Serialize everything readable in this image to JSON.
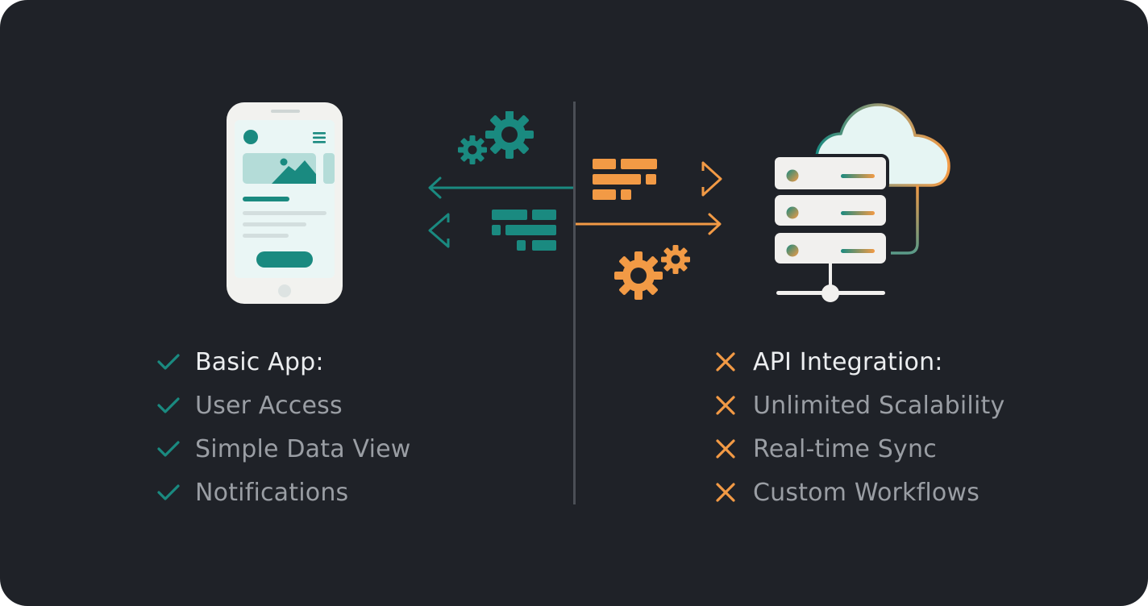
{
  "colors": {
    "background": "#1f2228",
    "teal": "#1a8a80",
    "orange": "#f29a45",
    "light_text": "#eceef0",
    "muted_text": "#9a9ea4",
    "divider": "#4b4f56"
  },
  "left_panel": {
    "illustration": "mobile-phone-app",
    "icons": [
      "gears-icon",
      "arrow-left-icon",
      "data-blocks-icon",
      "double-arrow-left-icon"
    ],
    "list": {
      "marker": "check-icon",
      "items": [
        {
          "label": "Basic App:",
          "heading": true
        },
        {
          "label": "User Access"
        },
        {
          "label": "Simple Data View"
        },
        {
          "label": "Notifications"
        }
      ]
    }
  },
  "right_panel": {
    "illustration": "server-with-cloud",
    "icons": [
      "data-blocks-icon",
      "double-arrow-right-icon",
      "arrow-right-icon",
      "gears-icon"
    ],
    "list": {
      "marker": "cross-icon",
      "items": [
        {
          "label": "API Integration:",
          "heading": true
        },
        {
          "label": "Unlimited Scalability"
        },
        {
          "label": "Real-time Sync"
        },
        {
          "label": "Custom Workflows"
        }
      ]
    }
  }
}
